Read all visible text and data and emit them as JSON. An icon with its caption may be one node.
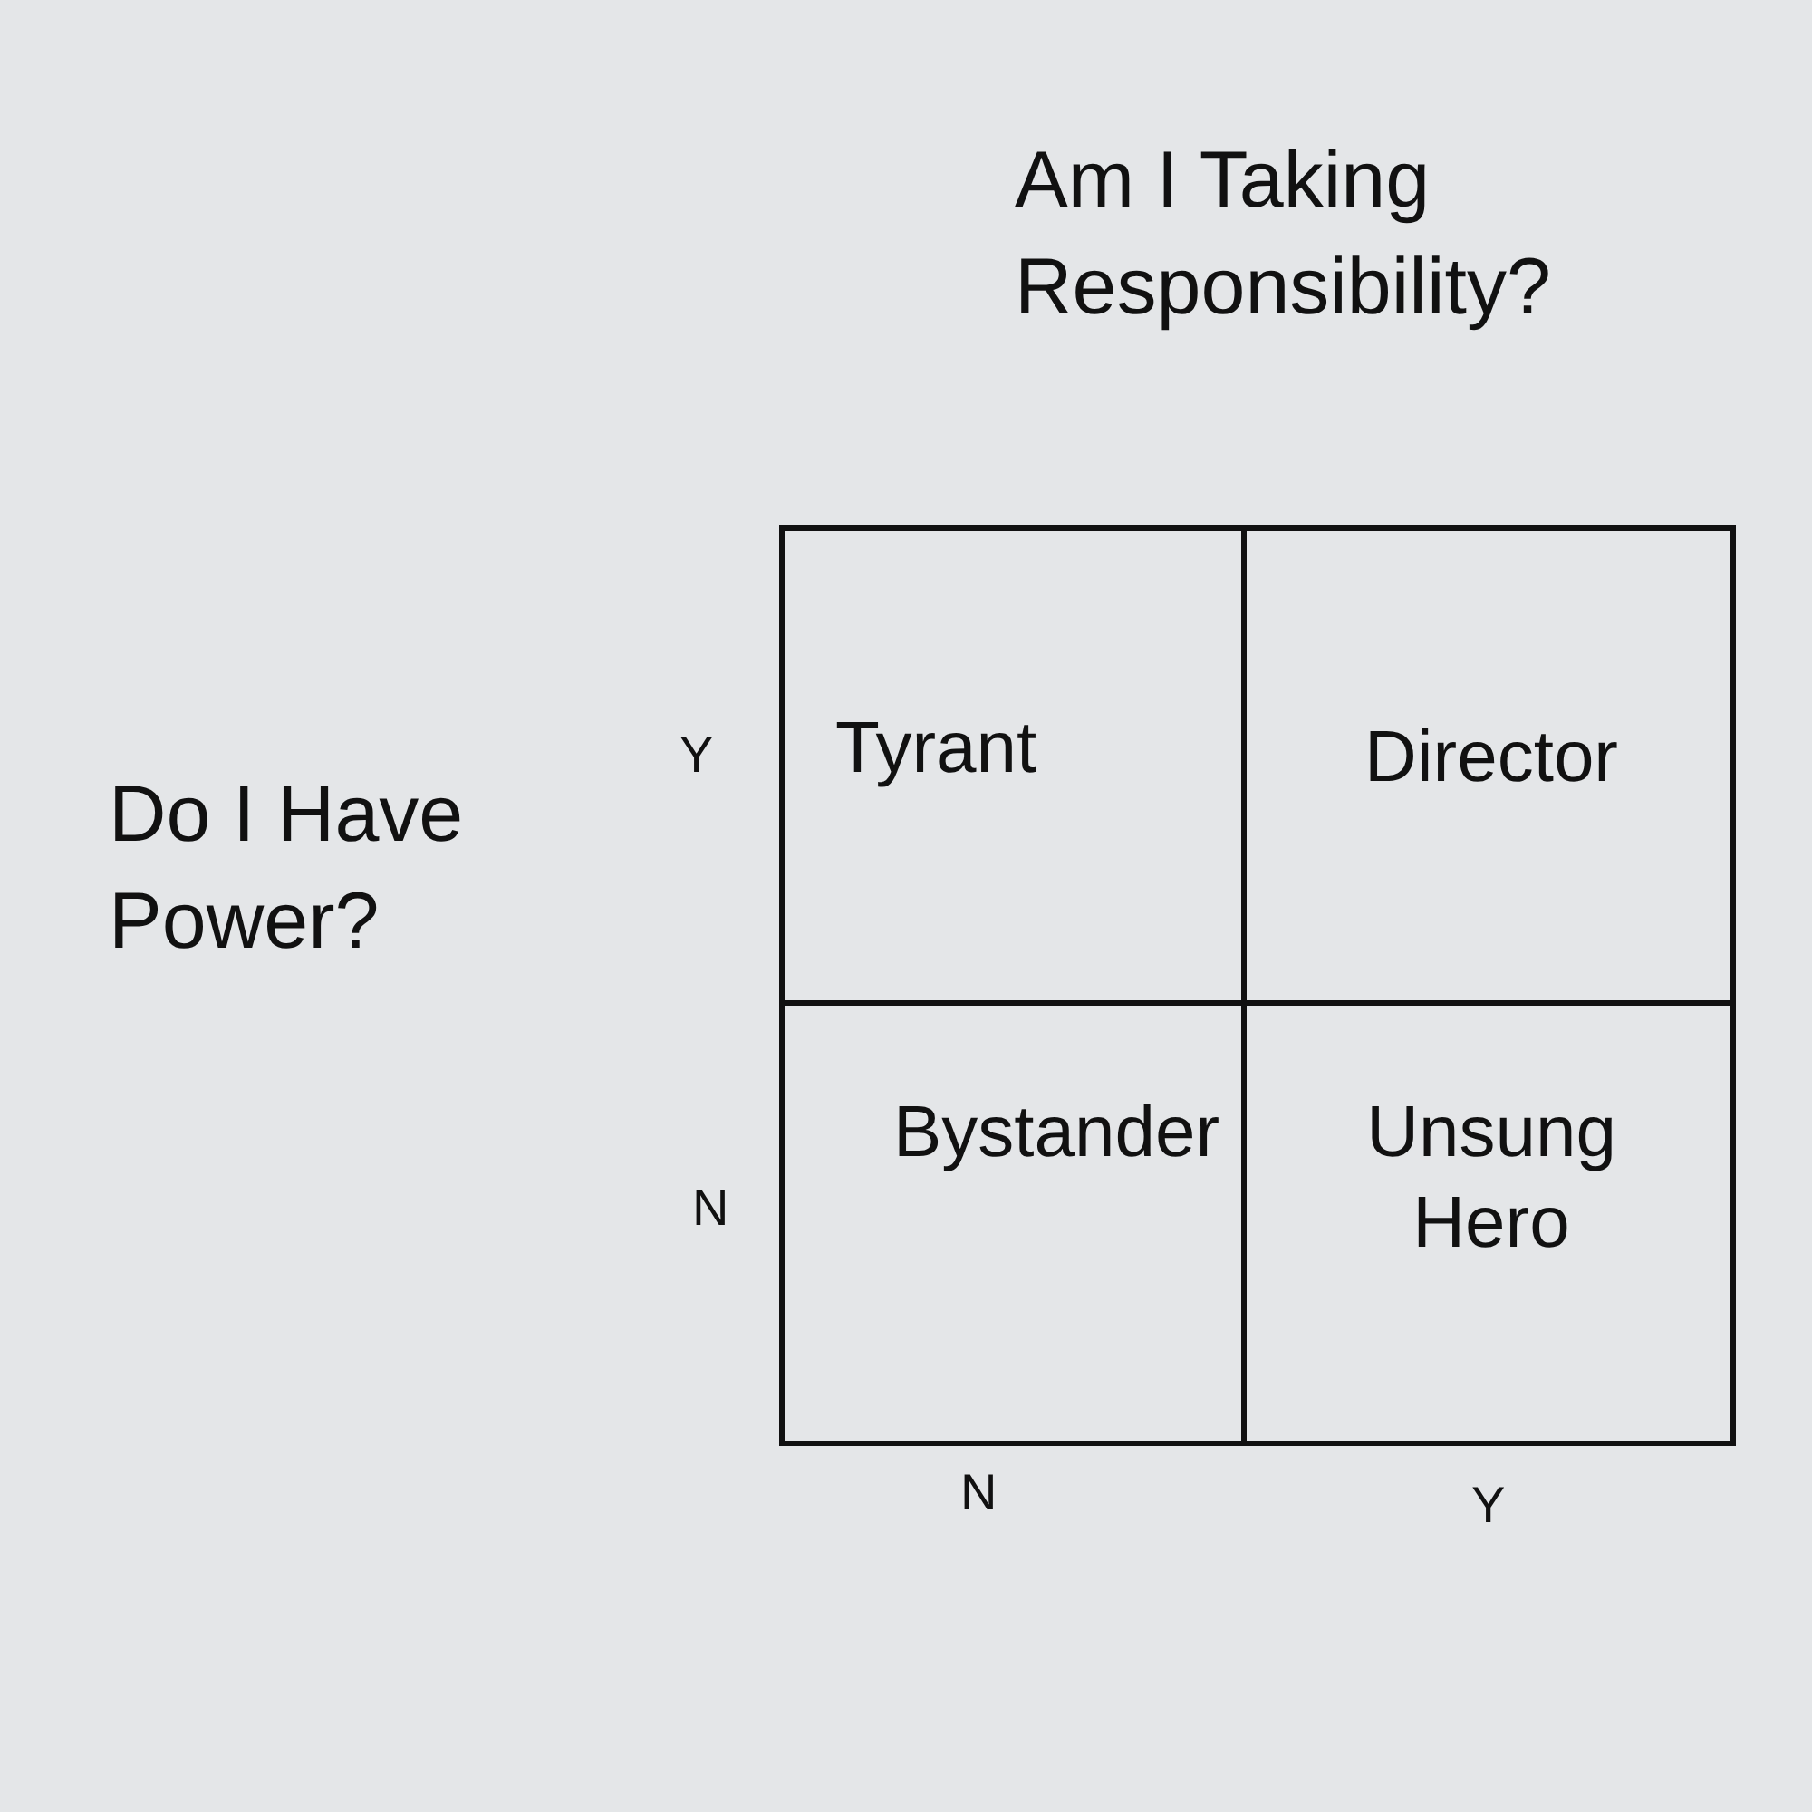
{
  "diagram": {
    "nodes": [
      {
        "text": [
          "Tyrant"
        ]
      },
      {
        "text": [
          "Director"
        ]
      },
      {
        "text": [
          "Bystander"
        ]
      },
      {
        "text": [
          "Unsung Hero"
        ]
      }
    ],
    "labels": [
      "Am I Taking Responsibility?",
      "Y",
      "Do I Have Power?",
      "N",
      "N",
      "Y"
    ]
  }
}
